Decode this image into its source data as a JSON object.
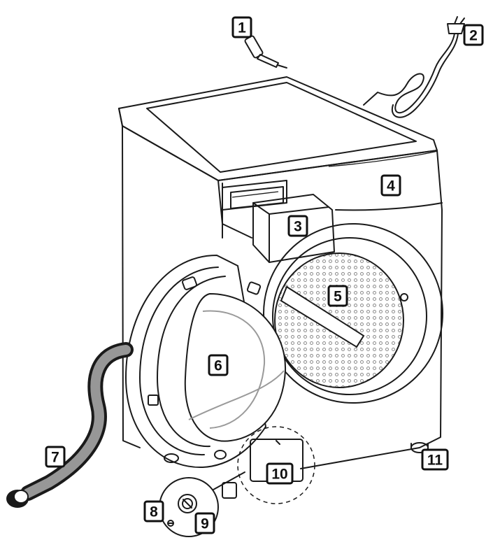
{
  "callouts": [
    {
      "label": "1"
    },
    {
      "label": "2"
    },
    {
      "label": "3"
    },
    {
      "label": "4"
    },
    {
      "label": "5"
    },
    {
      "label": "6"
    },
    {
      "label": "7"
    },
    {
      "label": "8"
    },
    {
      "label": "9"
    },
    {
      "label": "10"
    },
    {
      "label": "11"
    }
  ],
  "colors": {
    "line": "#1a1a1a",
    "background": "#ffffff",
    "drum_dots": "#8a8a8a"
  }
}
